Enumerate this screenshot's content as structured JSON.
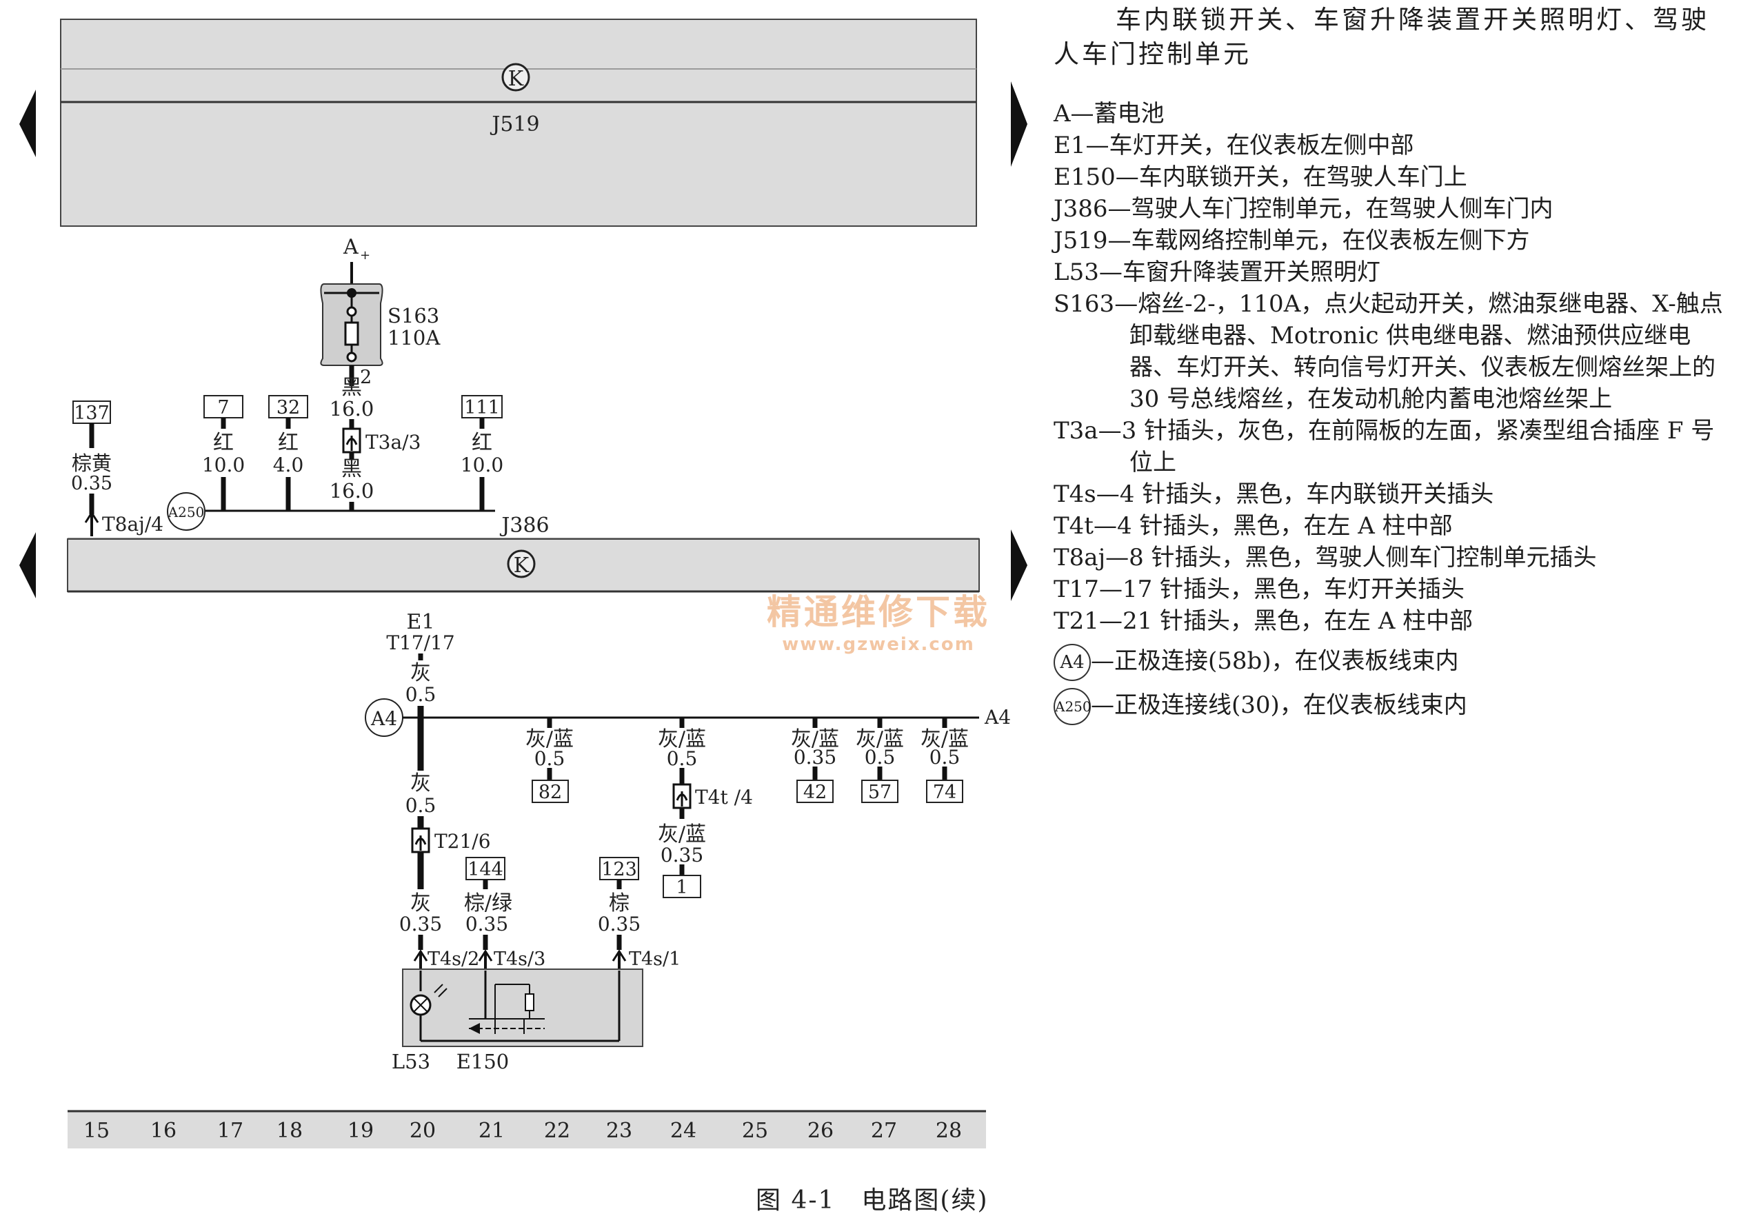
{
  "diagram": {
    "control_units": {
      "top": "J519",
      "middle": "J386"
    },
    "k_symbol": "K",
    "battery": "A",
    "battery_polarity": "+",
    "fuse": {
      "name": "S163",
      "rating": "110A",
      "pin": "2"
    },
    "wires": {
      "w137": {
        "ref": "137",
        "color": "棕黄",
        "size": "0.35",
        "connector": "T8aj/4"
      },
      "w7": {
        "ref": "7",
        "color": "红",
        "size": "10.0"
      },
      "w32": {
        "ref": "32",
        "color": "红",
        "size": "4.0"
      },
      "w111": {
        "ref": "111",
        "color": "红",
        "size": "10.0"
      },
      "fuse_upper": {
        "color": "黑",
        "size": "16.0"
      },
      "fuse_lower": {
        "color": "黑",
        "size": "16.0"
      },
      "t3a": "T3a/3",
      "e1": {
        "name": "E1",
        "connector": "T17/17",
        "color": "灰",
        "size": "0.5"
      },
      "a4_down": {
        "color": "灰",
        "size": "0.5"
      },
      "t21": "T21/6",
      "t21_down": {
        "color": "灰",
        "size": "0.35"
      },
      "w144": {
        "ref": "144",
        "color": "棕/绿",
        "size": "0.35"
      },
      "w123": {
        "ref": "123",
        "color": "棕",
        "size": "0.35"
      },
      "b82": {
        "ref": "82",
        "color": "灰/蓝",
        "size": "0.5"
      },
      "b24": {
        "color": "灰/蓝",
        "size": "0.5",
        "connector": "T4t /4"
      },
      "b24_down": {
        "color": "灰/蓝",
        "size": "0.35",
        "ref": "1"
      },
      "b42": {
        "ref": "42",
        "color": "灰/蓝",
        "size": "0.35"
      },
      "b57": {
        "ref": "57",
        "color": "灰/蓝",
        "size": "0.5"
      },
      "b74": {
        "ref": "74",
        "color": "灰/蓝",
        "size": "0.5"
      },
      "t4s2": "T4s/2",
      "t4s3": "T4s/3",
      "t4s1": "T4s/1"
    },
    "connections": {
      "a250": "A250",
      "a4": "A4",
      "a4_bus": "A4"
    },
    "components": {
      "lamp": "L53",
      "switch": "E150"
    },
    "columns": [
      "15",
      "16",
      "17",
      "18",
      "19",
      "20",
      "21",
      "22",
      "23",
      "24",
      "25",
      "26",
      "27",
      "28"
    ]
  },
  "legend": {
    "title": "车内联锁开关、车窗升降装置开关照明灯、驾驶人车门控制单元",
    "items": [
      "A—蓄电池",
      "E1—车灯开关，在仪表板左侧中部",
      "E150—车内联锁开关，在驾驶人车门上",
      "J386—驾驶人车门控制单元，在驾驶人侧车门内",
      "J519—车载网络控制单元，在仪表板左侧下方",
      "L53—车窗升降装置开关照明灯",
      "S163—熔丝-2-，110A，点火起动开关，燃油泵继电器、X-触点卸载继电器、Motronic 供电继电器、燃油预供应继电器、车灯开关、转向信号灯开关、仪表板左侧熔丝架上的 30 号总线熔丝，在发动机舱内蓄电池熔丝架上",
      "T3a—3 针插头，灰色，在前隔板的左面，紧凑型组合插座 F 号位上",
      "T4s—4 针插头，黑色，车内联锁开关插头",
      "T4t—4 针插头，黑色，在左 A 柱中部",
      "T8aj—8 针插头，黑色，驾驶人侧车门控制单元插头",
      "T17—17 针插头，黑色，车灯开关插头",
      "T21—21 针插头，黑色，在左 A 柱中部"
    ],
    "circle_items": [
      {
        "symbol": "A4",
        "text": "—正极连接(58b)，在仪表板线束内"
      },
      {
        "symbol": "A250",
        "text": "—正极连接线(30)，在仪表板线束内"
      }
    ]
  },
  "watermark": {
    "line1": "精通维修下载",
    "line2": "www.gzweix.com"
  },
  "caption": "图 4-1　电路图(续)"
}
